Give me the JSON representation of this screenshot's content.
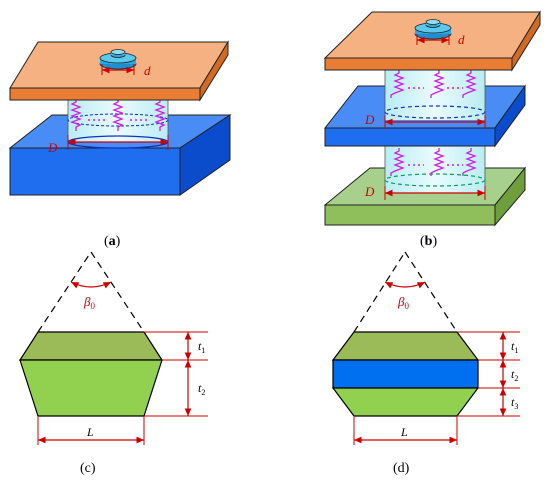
{
  "panels": {
    "a": {
      "caption_open": "(",
      "caption_letter": "a",
      "caption_close": ")",
      "diameter_small": "d",
      "diameter_large": "D"
    },
    "b": {
      "caption_open": "(",
      "caption_letter": "b",
      "caption_close": ")",
      "diameter_small": "d",
      "diameter_large_top": "D",
      "diameter_large_bottom": "D"
    },
    "c": {
      "caption": "(c)",
      "angle_base": "β",
      "angle_sub": "0",
      "t1_base": "t",
      "t1_sub": "1",
      "t2_base": "t",
      "t2_sub": "2",
      "length": "L"
    },
    "d": {
      "caption": "(d)",
      "angle_base": "β",
      "angle_sub": "0",
      "t1_base": "t",
      "t1_sub": "1",
      "t2_base": "t",
      "t2_sub": "2",
      "t3_base": "t",
      "t3_sub": "3",
      "length": "L"
    }
  },
  "colors": {
    "top_plate": "#f4a46e",
    "top_plate_edge": "#e0782c",
    "blue_plate": "#1f6ef0",
    "blue_plate_dark": "#0a4ccc",
    "green_plate": "#8fbf5a",
    "green_plate_dark": "#6f9e3c",
    "cylinder": "#d6f4f8",
    "spring": "#d41ee0",
    "dimension": "#cc0000",
    "olive_layer": "#9bbb59",
    "lime_layer": "#92d050",
    "blue_layer": "#0070f0",
    "knob": "#2aa8e0"
  }
}
